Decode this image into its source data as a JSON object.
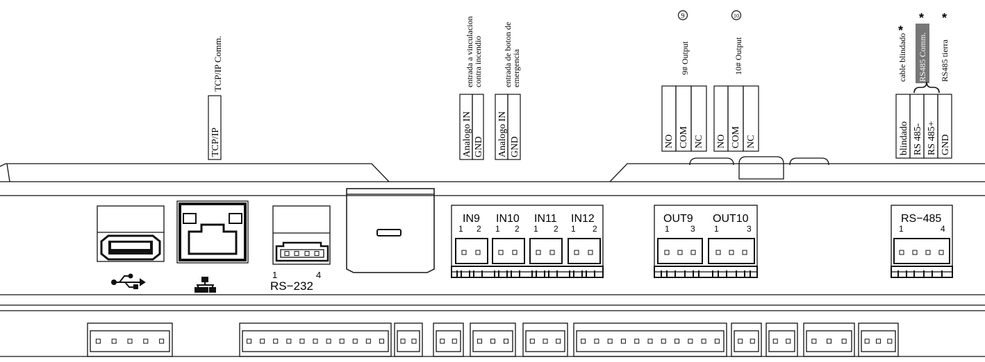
{
  "top_labels": {
    "tcpip_comm": "TCP/IP  Comm.",
    "tcpip_box": "TCP/IP",
    "fire_link": [
      "entrada a vinculacion",
      "contra incendio"
    ],
    "emergency": [
      "entrada de boton de",
      "emergencia"
    ],
    "analog_in_a": "Analogo IN",
    "gnd_a": "GND",
    "analog_in_b": "Analogo IN",
    "gnd_b": "GND",
    "out9_circle": "9",
    "out10_circle": "10",
    "out9_label": "9#  Output",
    "out10_label": "10#  Output",
    "relay_pins": [
      "NO",
      "COM",
      "NC"
    ],
    "shield_label": "cable blindado",
    "rs485_comm": "RS485  Comm.",
    "rs485_ground": "RS485  tierra",
    "rs485_pins": [
      "blindado",
      "RS 485-",
      "RS 485+",
      "GND"
    ],
    "asterisk": "*"
  },
  "ports": {
    "usb_icon": "usb-icon",
    "network_icon": "network-icon",
    "rs232_pin_start": "1",
    "rs232_pin_end": "4",
    "rs232_label": "RS−232",
    "inputs": [
      {
        "name": "IN9",
        "pin_a": "1",
        "pin_b": "2"
      },
      {
        "name": "IN10",
        "pin_a": "1",
        "pin_b": "2"
      },
      {
        "name": "IN11",
        "pin_a": "1",
        "pin_b": "2"
      },
      {
        "name": "IN12",
        "pin_a": "1",
        "pin_b": "2"
      }
    ],
    "outputs": [
      {
        "name": "OUT9",
        "pin_a": "1",
        "pin_b": "3"
      },
      {
        "name": "OUT10",
        "pin_a": "1",
        "pin_b": "3"
      }
    ],
    "rs485_label": "RS−485",
    "rs485_pin_start": "1",
    "rs485_pin_end": "4"
  },
  "colors": {
    "line": "#111111",
    "highlight_fill": "#777777",
    "highlight_text": "#ffffff"
  }
}
